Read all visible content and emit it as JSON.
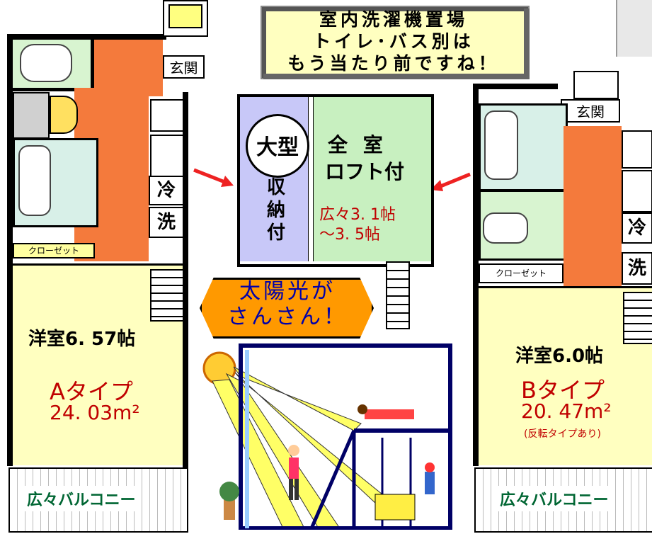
{
  "banner": {
    "line1": "室内洗濯機置場",
    "line2": "トイレ･バス別は",
    "line3": "もう当たり前ですね！"
  },
  "plan_a": {
    "genkan": "玄関",
    "closet": "クローゼット",
    "fridge": "冷",
    "washer": "洗",
    "room": "洋室6. 57帖",
    "type": "Aタイプ",
    "area": "24. 03m²",
    "balcony": "広々バルコニー"
  },
  "plan_b": {
    "genkan": "玄関",
    "closet": "クローゼット",
    "fridge": "冷",
    "washer": "洗",
    "room": "洋室6.0帖",
    "type": "Bタイプ",
    "area": "20. 47m²",
    "note": "(反転タイプあり)",
    "balcony": "広々バルコニー"
  },
  "loft": {
    "badge": "大型",
    "storage": [
      "収",
      "納",
      "付"
    ],
    "all_rooms": "全 室",
    "loft_with": "ロフト付",
    "size1": "広々3. 1帖",
    "size2": "～3. 5帖"
  },
  "sunlight": {
    "line1": "太陽光が",
    "line2": "さんさん！"
  },
  "colors": {
    "orange_floor": "#f47a3c",
    "cream_room": "#ffffc0",
    "wet_area": "#d8f0e8",
    "banner_bg": "#ffffc0",
    "loft_purple": "#c8c8f8",
    "loft_green": "#c8f0c0",
    "sun_label": "#ff9900",
    "size_text": "#c00000"
  }
}
